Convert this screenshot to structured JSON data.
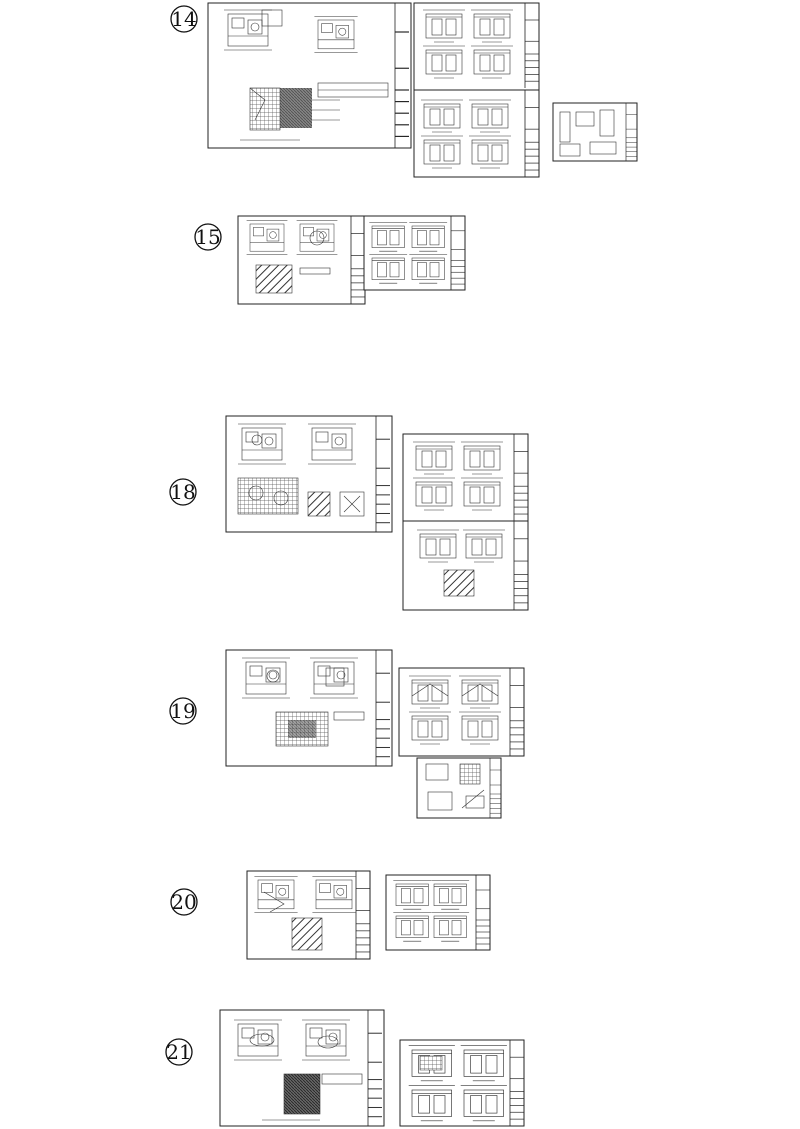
{
  "groups": [
    {
      "number": "14"
    },
    {
      "number": "15"
    },
    {
      "number": "18"
    },
    {
      "number": "19"
    },
    {
      "number": "20"
    },
    {
      "number": "21"
    }
  ]
}
